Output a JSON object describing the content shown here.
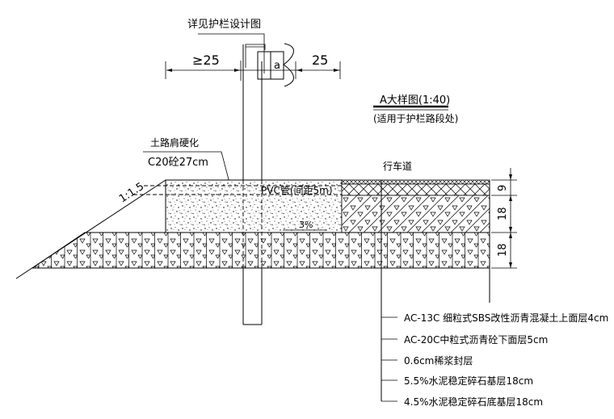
{
  "title": {
    "main": "A大样图(1:40)",
    "sub": "(适用于护栏路段处)"
  },
  "guardrail": {
    "note": "详见护栏设计图",
    "label_a": "a",
    "dim_left": "≥25",
    "dim_right": "25"
  },
  "shoulder": {
    "label_line1": "土路肩硬化",
    "label_line2": "C20砼27cm",
    "slope": "1:1.5",
    "pvc_note": "PVC管(间距5m)",
    "crossfall": "3%"
  },
  "carriageway": {
    "label": "行车道"
  },
  "thickness_dims": [
    "9",
    "18",
    "18"
  ],
  "layers": [
    {
      "label": "AC-13C 细粒式SBS改性沥青混凝土上面层4cm"
    },
    {
      "label": "AC-20C中粒式沥青砼下面层5cm"
    },
    {
      "label": "0.6cm稀浆封层"
    },
    {
      "label": "5.5%水泥稳定碎石基层18cm"
    },
    {
      "label": "4.5%水泥稳定碎石底基层18cm"
    }
  ]
}
